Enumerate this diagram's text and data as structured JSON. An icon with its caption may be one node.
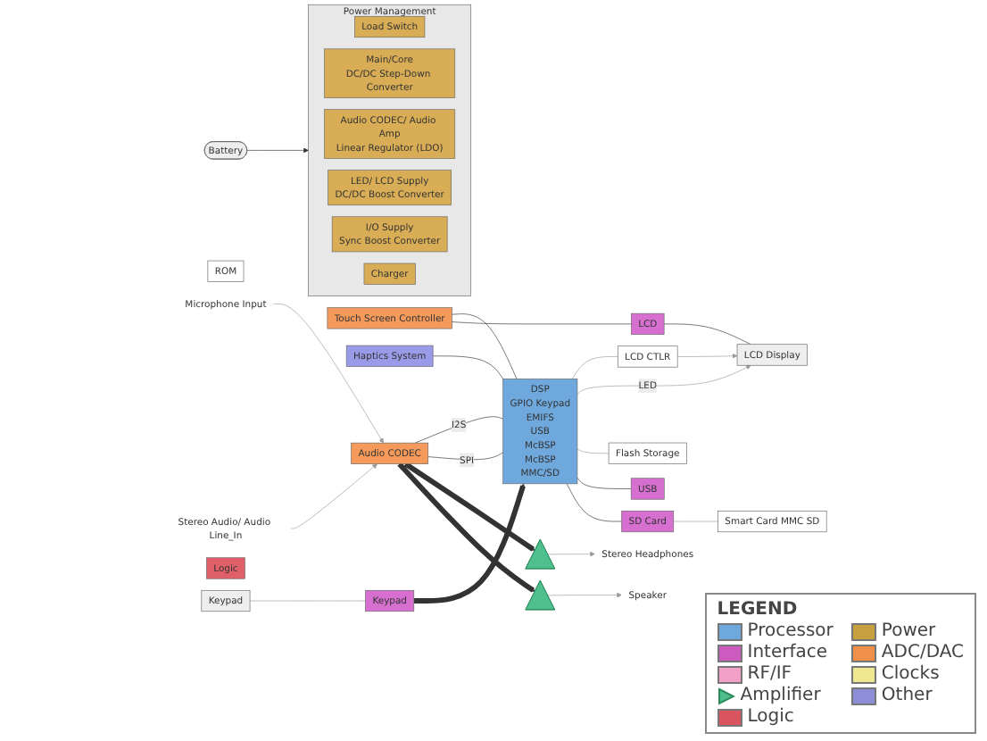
{
  "diagram": {
    "nodes": [
      {
        "text": [
          "Touch Screen Controller"
        ]
      },
      {
        "text": [
          "LCD"
        ]
      },
      {
        "text": [
          "Haptics System"
        ]
      },
      {
        "text": [
          "LCD Display"
        ]
      },
      {
        "text": [
          "LCD CTLR"
        ]
      },
      {
        "text": [
          "Keypad"
        ]
      },
      {
        "text": [
          "Keypad"
        ]
      },
      {
        "text": [
          "DSP",
          "GPIO Keypad",
          "EMIFS",
          "USB",
          "McBSP",
          "McBSP",
          "MMC/SD"
        ]
      },
      {
        "text": [
          "ROM"
        ]
      },
      {
        "text": [
          "Flash Storage"
        ]
      },
      {
        "text": [
          "Stereo Headphones"
        ]
      },
      {
        "text": [
          "Speaker"
        ]
      },
      {
        "text": [],
        "shape": "triangle"
      },
      {
        "text": [],
        "shape": "triangle"
      },
      {
        "text": [
          "Microphone Input"
        ]
      },
      {
        "text": [
          "Stereo Audio/ Audio Line_In"
        ]
      },
      {
        "text": [
          "Audio CODEC"
        ]
      },
      {
        "text": [
          "USB"
        ]
      },
      {
        "text": [
          "SD Card"
        ]
      },
      {
        "text": [
          "Smart Card MMC SD"
        ]
      },
      {
        "text": [
          "Logic"
        ]
      },
      {
        "text": [
          "Battery"
        ]
      },
      {
        "text": [
          "Power Management"
        ]
      },
      {
        "text": [
          "Load Switch"
        ],
        "in": 22
      },
      {
        "text": [
          "Main/Core",
          "DC/DC Step-Down Converter"
        ],
        "in": 22
      },
      {
        "text": [
          "Audio CODEC/ Audio Amp",
          "Linear Regulator (LDO)"
        ],
        "in": 22
      },
      {
        "text": [
          "LED/ LCD Supply",
          "DC/DC Boost Converter"
        ],
        "in": 22
      },
      {
        "text": [
          "I/O Supply",
          "Sync Boost Converter"
        ],
        "in": 22
      },
      {
        "text": [
          "Charger"
        ],
        "in": 22
      }
    ],
    "edges": [
      {
        "from": 0,
        "to": 7,
        "arrow": "none"
      },
      {
        "from": 0,
        "to": 1,
        "arrow": "none"
      },
      {
        "from": 1,
        "to": 3,
        "arrow": "none"
      },
      {
        "from": 2,
        "to": 7,
        "arrow": "none"
      },
      {
        "from": 7,
        "to": 4,
        "arrow": "none",
        "color": "#999999"
      },
      {
        "from": 4,
        "to": 3,
        "arrow": "to",
        "color": "#999999"
      },
      {
        "from": 7,
        "to": 3,
        "arrow": "to",
        "label": "LED",
        "color": "#999999"
      },
      {
        "from": 5,
        "to": 6,
        "arrow": "none",
        "color": "#999999"
      },
      {
        "from": 6,
        "to": 7,
        "arrow": "to",
        "style": "thick"
      },
      {
        "from": 7,
        "to": 9,
        "arrow": "none",
        "color": "#999999"
      },
      {
        "from": 7,
        "to": 17,
        "arrow": "none"
      },
      {
        "from": 7,
        "to": 18,
        "arrow": "none"
      },
      {
        "from": 18,
        "to": 19,
        "arrow": "none",
        "color": "#999999"
      },
      {
        "from": 16,
        "to": 7,
        "arrow": "none",
        "label": "I2S"
      },
      {
        "from": 16,
        "to": 7,
        "arrow": "none",
        "label": "SPI"
      },
      {
        "from": 16,
        "to": 12,
        "arrow": "to",
        "style": "thick"
      },
      {
        "from": 12,
        "to": 10,
        "arrow": "to",
        "color": "#999999"
      },
      {
        "from": 16,
        "to": 13,
        "arrow": "to",
        "style": "thick"
      },
      {
        "from": 13,
        "to": 11,
        "arrow": "to",
        "color": "#999999"
      },
      {
        "from": 14,
        "to": 16,
        "arrow": "to",
        "color": "#999999"
      },
      {
        "from": 15,
        "to": 16,
        "arrow": "to",
        "color": "#999999"
      },
      {
        "from": 21,
        "to": 22,
        "arrow": "to"
      }
    ],
    "labels": [
      "LEGEND"
    ],
    "legend": [
      {
        "text": "Processor",
        "color": "#6fa8dc"
      },
      {
        "text": "Interface",
        "color": "#cc5bc0"
      },
      {
        "text": "RF/IF",
        "color": "#f2a0c8"
      },
      {
        "text": "Amplifier"
      },
      {
        "text": "Logic",
        "color": "#d9545f"
      },
      {
        "text": "Power",
        "color": "#c8a040"
      },
      {
        "text": "ADC/DAC",
        "color": "#f0904a"
      },
      {
        "text": "Clocks",
        "color": "#f0e890"
      },
      {
        "text": "Other",
        "color": "#8e8ed8"
      }
    ]
  }
}
